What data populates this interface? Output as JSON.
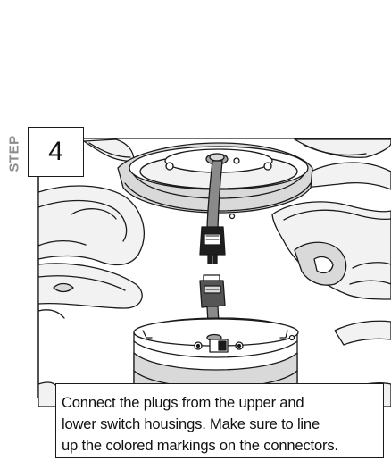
{
  "step": {
    "word": "STEP",
    "number": "4"
  },
  "caption": {
    "line1": "Connect the plugs from the upper and",
    "line2": "lower switch housings. Make sure to line",
    "line3": "up the colored markings on the connectors."
  },
  "colors": {
    "line": "#1a1a1a",
    "fill_light": "#f2f2f2",
    "fill_mid": "#d9d9d9",
    "fill_dark": "#a6a6a6",
    "wire": "#8a8a8a",
    "step_word": "#8c8c8c"
  }
}
